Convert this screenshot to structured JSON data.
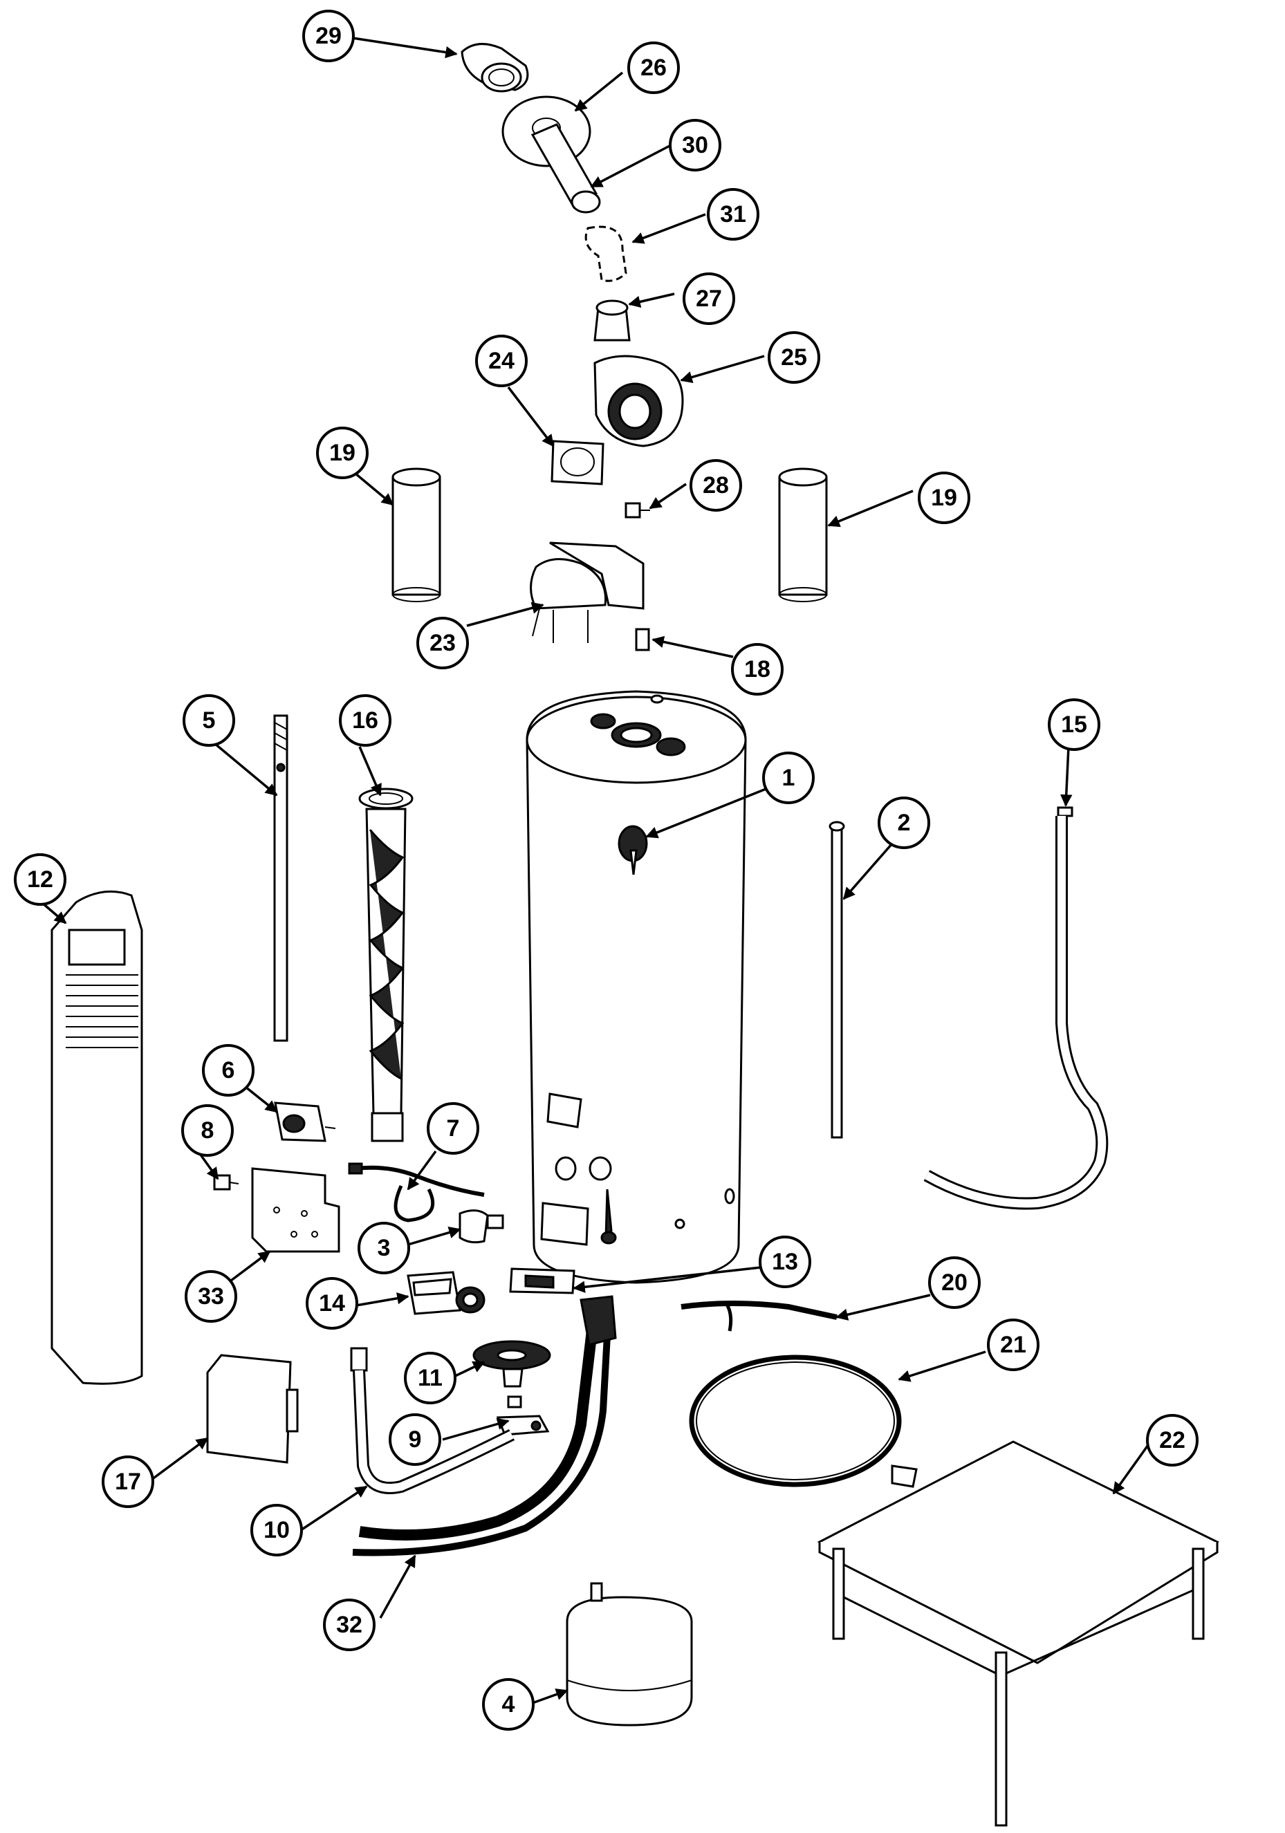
{
  "diagram": {
    "callouts": [
      {
        "id": "29",
        "label": "29"
      },
      {
        "id": "26",
        "label": "26"
      },
      {
        "id": "30",
        "label": "30"
      },
      {
        "id": "31",
        "label": "31"
      },
      {
        "id": "27",
        "label": "27"
      },
      {
        "id": "25",
        "label": "25"
      },
      {
        "id": "24",
        "label": "24"
      },
      {
        "id": "19a",
        "label": "19"
      },
      {
        "id": "28",
        "label": "28"
      },
      {
        "id": "19b",
        "label": "19"
      },
      {
        "id": "23",
        "label": "23"
      },
      {
        "id": "18",
        "label": "18"
      },
      {
        "id": "5",
        "label": "5"
      },
      {
        "id": "16",
        "label": "16"
      },
      {
        "id": "15",
        "label": "15"
      },
      {
        "id": "1",
        "label": "1"
      },
      {
        "id": "2",
        "label": "2"
      },
      {
        "id": "12",
        "label": "12"
      },
      {
        "id": "6",
        "label": "6"
      },
      {
        "id": "8",
        "label": "8"
      },
      {
        "id": "7",
        "label": "7"
      },
      {
        "id": "3",
        "label": "3"
      },
      {
        "id": "33",
        "label": "33"
      },
      {
        "id": "14",
        "label": "14"
      },
      {
        "id": "13",
        "label": "13"
      },
      {
        "id": "20",
        "label": "20"
      },
      {
        "id": "21",
        "label": "21"
      },
      {
        "id": "11",
        "label": "11"
      },
      {
        "id": "9",
        "label": "9"
      },
      {
        "id": "17",
        "label": "17"
      },
      {
        "id": "10",
        "label": "10"
      },
      {
        "id": "22",
        "label": "22"
      },
      {
        "id": "32",
        "label": "32"
      },
      {
        "id": "4",
        "label": "4"
      }
    ]
  }
}
